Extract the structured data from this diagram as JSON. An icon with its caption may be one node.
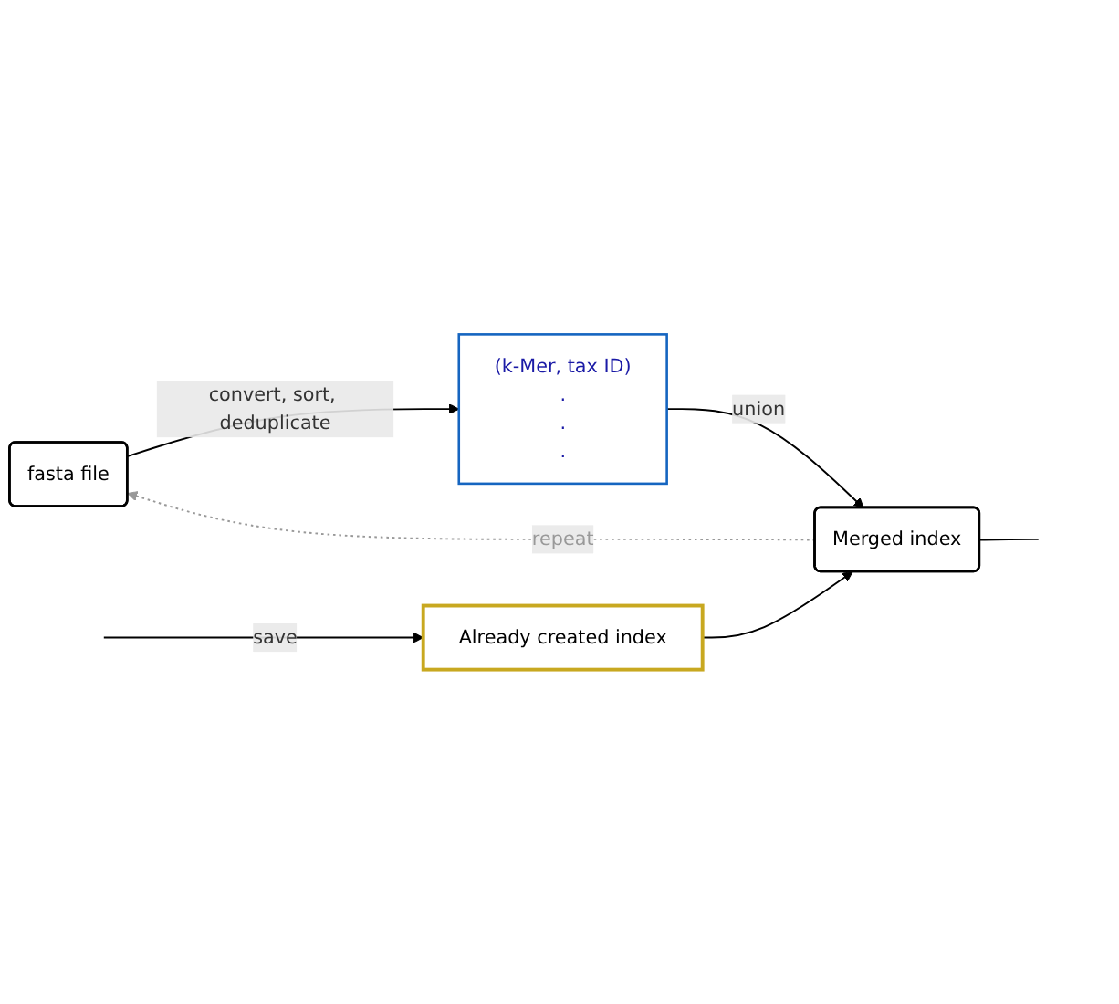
{
  "diagram": {
    "nodes": [
      {
        "text": [
          "fasta file"
        ]
      },
      {
        "text": [
          "(k-Mer, tax ID)",
          ".",
          ".",
          "."
        ]
      },
      {
        "text": [
          "Merged index"
        ]
      },
      {
        "text": [
          "Already created index"
        ]
      }
    ],
    "edges": [
      {
        "from": 0,
        "to": 1,
        "arrow": "to",
        "label": "convert, sort, deduplicate"
      },
      {
        "from": 2,
        "to": 0,
        "arrow": "to",
        "label": "repeat",
        "style": "dashed",
        "color": "#999999"
      },
      {
        "from": 1,
        "to": 2,
        "arrow": "to",
        "label": "union"
      },
      {
        "from": 3,
        "to": 2,
        "arrow": "to"
      },
      {
        "from": 2,
        "to": null,
        "arrow": "none"
      },
      {
        "from": null,
        "to": 3,
        "arrow": "to",
        "label": "save"
      }
    ]
  }
}
